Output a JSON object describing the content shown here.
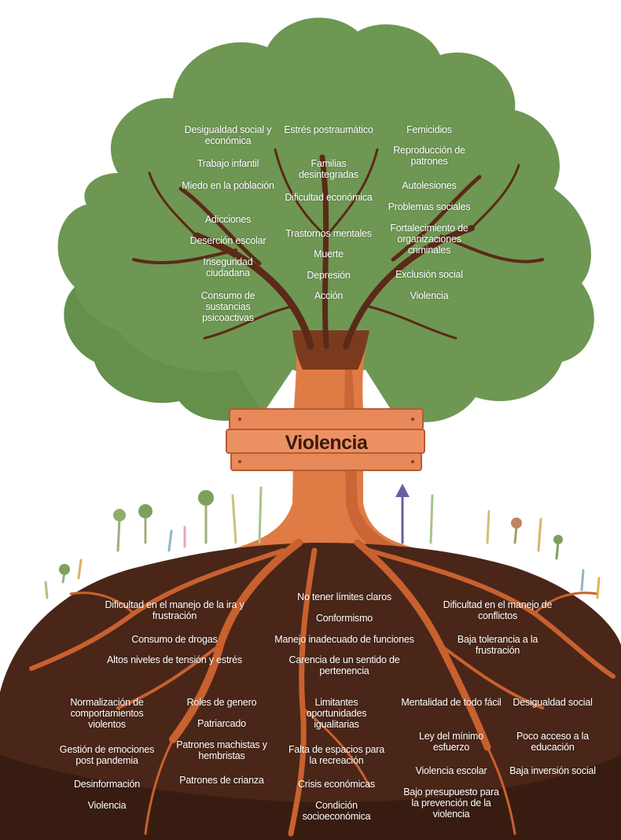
{
  "colors": {
    "canopy": "#6e9753",
    "canopy_dark": "#4f7a3d",
    "leaf": "#587f44",
    "branch": "#5b2a18",
    "trunk": "#e07b45",
    "trunk_dark": "#b8552a",
    "sign": "#e8895a",
    "sign_edge": "#b75a35",
    "soil": "#4a2618",
    "soil_dark": "#2e150d",
    "root": "#c8612f",
    "text": "#ffffff"
  },
  "sign": {
    "title": "Violencia"
  },
  "crown": {
    "left": [
      "Desigualdad social y económica",
      "Trabajo infantil",
      "Miedo en la población",
      "Adicciones",
      "Deserción escolar",
      "Inseguridad ciudadana",
      "Consumo de sustancias psicoactivas"
    ],
    "center": [
      "Estrés postraumático",
      "Familias desintegradas",
      "Dificultad económica",
      "Trastornos mentales",
      "Muerte",
      "Depresión",
      "Acción"
    ],
    "right": [
      "Femicidios",
      "Reproducción de patrones",
      "Autolesiones",
      "Problemas sociales",
      "Fortalecimiento de organizaciones criminales",
      "Exclusión social",
      "Violencia"
    ]
  },
  "roots_upper": {
    "left": [
      "Dificultad en el manejo de la ira y frustración",
      "Consumo de drogas",
      "Altos niveles de tensión y estrés"
    ],
    "center": [
      "No tener límites claros",
      "Conformismo",
      "Manejo inadecuado de funciones",
      "Carencia de un sentido de pertenencia"
    ],
    "right": [
      "Dificultad en el manejo de conflictos",
      "Baja tolerancia a la frustración"
    ]
  },
  "roots_lower": {
    "col1": [
      "Normalización de comportamientos violentos",
      "Gestión de emociones post pandemia",
      "Desinformación",
      "Violencia"
    ],
    "col2": [
      "Roles de genero",
      "Patriarcado",
      "Patrones machistas y hembristas",
      "Patrones de crianza"
    ],
    "col3": [
      "Limitantes oportunidades igualitarias",
      "Falta de espacios para la recreación",
      "Crisis económicas",
      "Condición socioeconómica"
    ],
    "col4": [
      "Mentalidad de todo fácil",
      "Ley del mínimo esfuerzo",
      "Violencia escolar",
      "Bajo presupuesto para la prevención de la violencia"
    ],
    "col5": [
      "Desigualdad social",
      "Poco acceso a la educación",
      "Baja inversión social"
    ]
  }
}
